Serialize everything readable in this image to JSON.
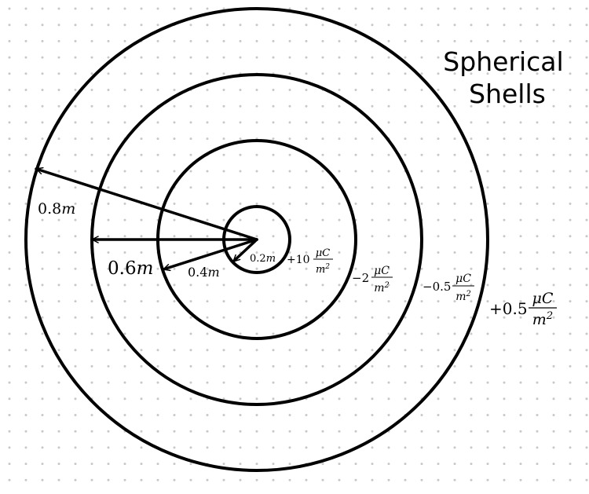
{
  "title": {
    "line1": "Spherical",
    "line2": "Shells"
  },
  "colors": {
    "ink": "#000000",
    "grid_dot": "#c8c8c8",
    "background": "#ffffff"
  },
  "shells": [
    {
      "name": "shell-1",
      "radius_label": {
        "value": "0.2",
        "unit": "m"
      },
      "charge_label": {
        "coef": "+10",
        "num": "μC",
        "den": "m2"
      }
    },
    {
      "name": "shell-2",
      "radius_label": {
        "value": "0.4",
        "unit": "m"
      },
      "charge_label": {
        "coef": "−2",
        "num": "μC",
        "den": "m2"
      }
    },
    {
      "name": "shell-3",
      "radius_label": {
        "value": "0.6",
        "unit": "m"
      },
      "charge_label": {
        "coef": "−0.5",
        "num": "μC",
        "den": "m2"
      }
    },
    {
      "name": "shell-4",
      "radius_label": {
        "value": "0.8",
        "unit": "m"
      },
      "charge_label": {
        "coef": "+0.5",
        "num": "μC",
        "den": "m2"
      }
    }
  ]
}
